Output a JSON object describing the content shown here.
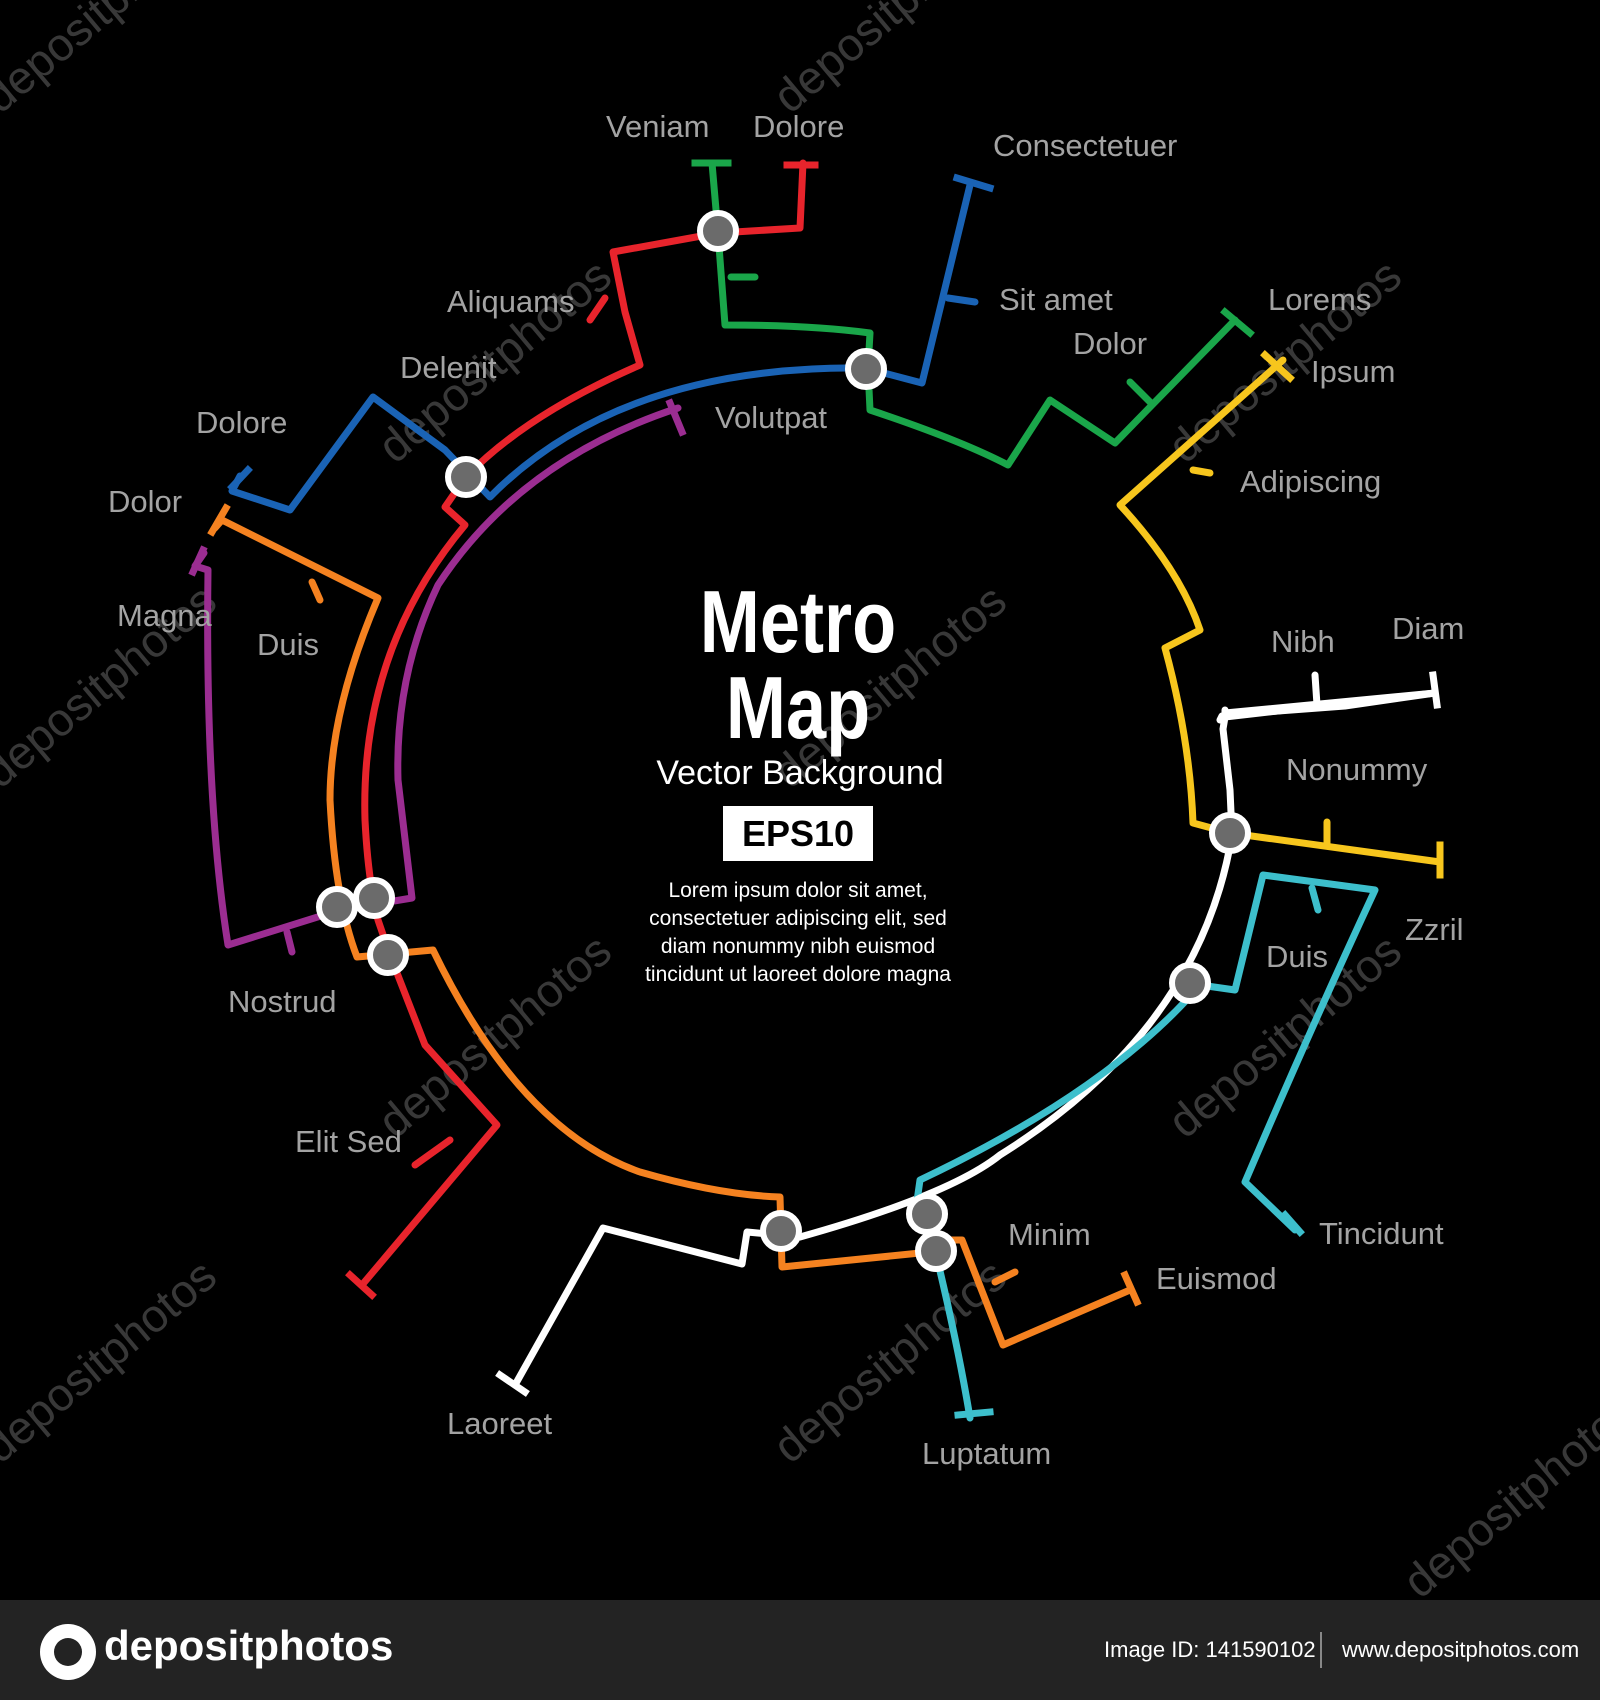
{
  "center": {
    "title_line1": "Metro",
    "title_line2": "Map",
    "subtitle": "Vector Background",
    "badge": "EPS10",
    "body_lines": [
      "Lorem ipsum dolor sit amet,",
      "consectetuer adipiscing elit, sed",
      "diam nonummy nibh euismod",
      "tincidunt ut laoreet dolore magna"
    ]
  },
  "stations": {
    "veniam": "Veniam",
    "dolore_top": "Dolore",
    "consectetuer": "Consectetuer",
    "sit_amet": "Sit amet",
    "lorems": "Lorems",
    "dolor_right": "Dolor",
    "ipsum": "Ipsum",
    "aliquams": "Aliquams",
    "delenit": "Delenit",
    "volutpat": "Volutpat",
    "dolore_left": "Dolore",
    "dolor_left": "Dolor",
    "adipiscing": "Adipiscing",
    "magna": "Magna",
    "duis_left": "Duis",
    "nibh": "Nibh",
    "diam": "Diam",
    "nonummy": "Nonummy",
    "zzril": "Zzril",
    "duis_right": "Duis",
    "nostrud": "Nostrud",
    "elit_sed": "Elit Sed",
    "minim": "Minim",
    "tincidunt": "Tincidunt",
    "euismod": "Euismod",
    "laoreet": "Laoreet",
    "luptatum": "Luptatum"
  },
  "line_colors": {
    "red": "#e8242c",
    "blue": "#1a63b5",
    "green": "#1aa64a",
    "yellow": "#f7c61d",
    "white": "#ffffff",
    "cyan": "#3dbfcc",
    "orange": "#f58220",
    "purple": "#9b2d91"
  },
  "watermark": "depositphotos",
  "footer": {
    "logo": "depositphotos",
    "image_id": "Image ID: 141590102",
    "site": "www.depositphotos.com"
  }
}
